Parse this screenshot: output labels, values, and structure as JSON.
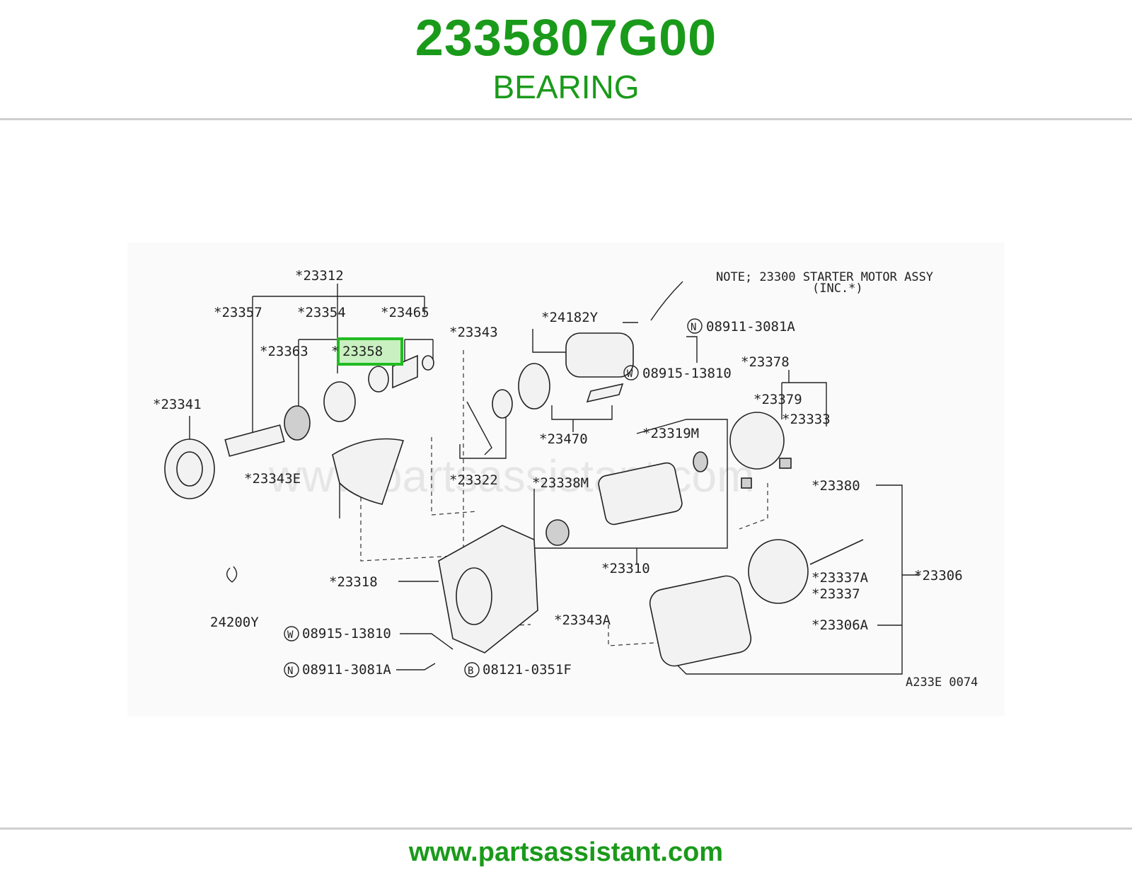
{
  "header": {
    "part_number": "2335807G00",
    "part_name": "BEARING"
  },
  "diagram": {
    "note_line1": "NOTE; 23300 STARTER MOTOR ASSY",
    "note_line2": "(INC.*)",
    "watermark": "www.partsassistant.com",
    "reference_code": "A233E 0074",
    "highlight_color": "#22bb22",
    "highlighted_label": "23358",
    "labels": [
      "*23312",
      "*23357",
      "*23354",
      "*23465",
      "*23363",
      "*",
      "*23341",
      "*24182Y",
      "08911-3081A",
      "*23343",
      "08915-13810",
      "*23378",
      "*23379",
      "*23333",
      "*23470",
      "*23319M",
      "*23343E",
      "*23322",
      "*23338M",
      "*23380",
      "*23306",
      "*23337A",
      "*23337",
      "*23310",
      "*23318",
      "*23343A",
      "24200Y",
      "08915-13810",
      "*23306A",
      "08911-3081A",
      "08121-0351F"
    ],
    "circle_letters": [
      "N",
      "W",
      "W",
      "N",
      "B"
    ]
  },
  "footer": {
    "url": "www.partsassistant.com"
  }
}
